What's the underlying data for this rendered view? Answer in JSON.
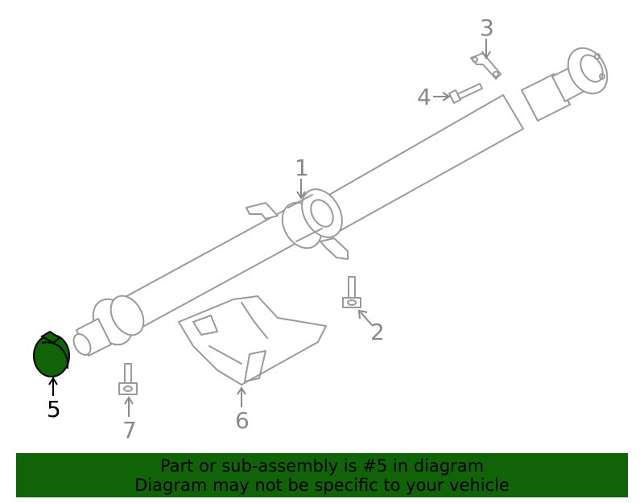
{
  "diagram": {
    "callouts": [
      "1",
      "2",
      "3",
      "4",
      "5",
      "6",
      "7"
    ],
    "highlighted_part": "5",
    "highlight_color": "#106407",
    "line_color": "#9a9a9a"
  },
  "banner": {
    "line1": "Part or sub-assembly is #5 in diagram",
    "line2": "Diagram may not be specific to your vehicle",
    "background": "#106407"
  }
}
